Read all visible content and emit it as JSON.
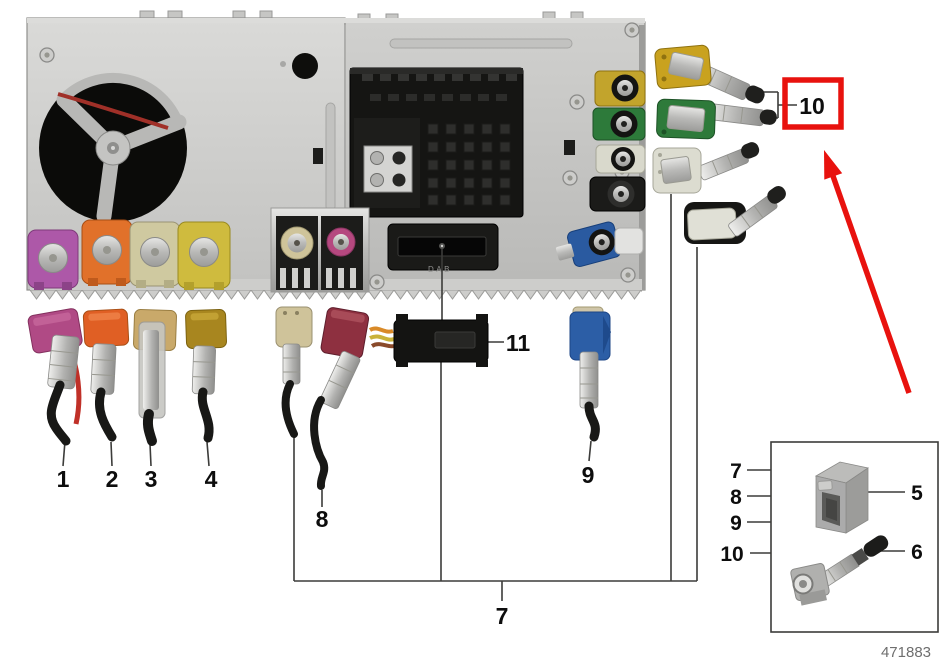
{
  "diagram": {
    "part_number": "471883",
    "unit": {
      "dab_port_label": "DAB"
    },
    "callouts": {
      "c1": "1",
      "c2": "2",
      "c3": "3",
      "c4": "4",
      "c7": "7",
      "c8": "8",
      "c9": "9",
      "c10": "10",
      "c11": "11"
    },
    "legend": {
      "row_labels": [
        "7",
        "8",
        "9",
        "10"
      ],
      "item5_label": "5",
      "item6_label": "6"
    },
    "highlight": {
      "boxed_callout": "10",
      "color": "#e8120e"
    },
    "palette": {
      "accent_red": "#e8120e",
      "chassis_gray": "#cdcdcb",
      "fakra_violet": "#ad58a8",
      "fakra_orange": "#e1712a",
      "fakra_cream": "#cfc9a0",
      "fakra_yellow": "#cfbb3e",
      "fakra_bordeaux": "#8e3040",
      "fakra_blue": "#2c5ea6",
      "fakra_green": "#2e7a3a",
      "fakra_sdars_yellow": "#c9a21f",
      "fakra_white": "#dcdcd0",
      "fakra_black": "#1b1b1b"
    }
  }
}
